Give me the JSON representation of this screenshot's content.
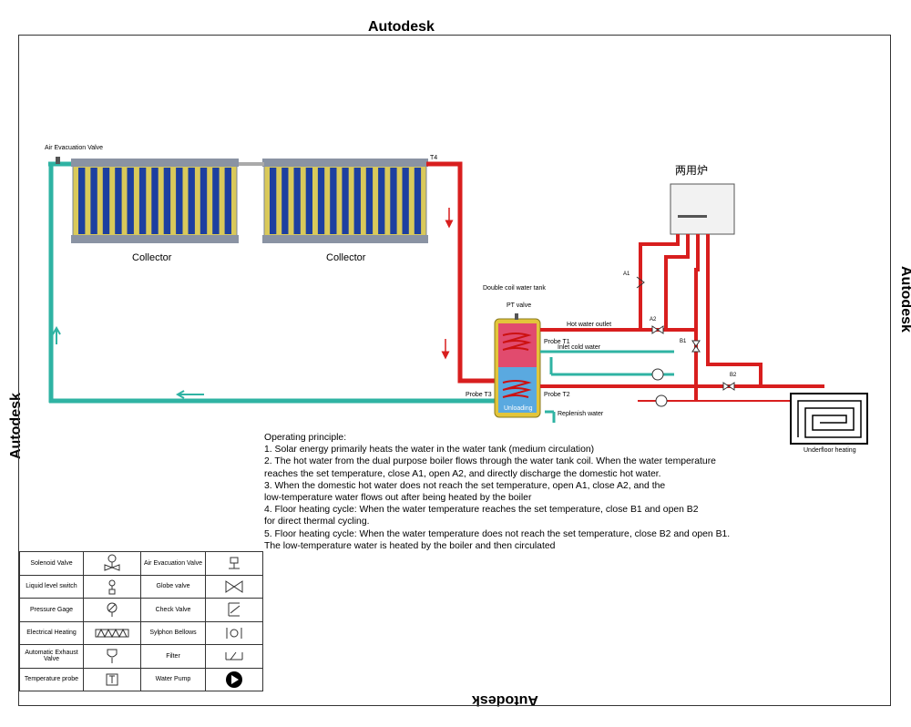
{
  "watermark": {
    "text": "Autodesk"
  },
  "labels": {
    "air_evacuation_valve": "Air Evacuation Valve",
    "collector_1": "Collector",
    "collector_2": "Collector",
    "t4": "T4",
    "boiler": "两用炉",
    "double_coil_tank": "Double coil water tank",
    "pt_valve": "PT valve",
    "probe_t1": "Probe T1",
    "probe_t2": "Probe T2",
    "probe_t3": "Probe T3",
    "unloading": "Unloading",
    "hot_water_outlet": "Hot water outlet",
    "inlet_cold_water": "Inlet cold water",
    "replenish_water": "Replenish water",
    "underfloor_heating": "Underfloor heating",
    "a1": "A1",
    "a2": "A2",
    "b1": "B1",
    "b2": "B2"
  },
  "principle": {
    "title": "Operating principle:",
    "lines": [
      "1. Solar energy primarily heats the water in the water tank (medium circulation)",
      "2. The hot water from the dual purpose boiler flows through the water tank coil. When the water temperature",
      "reaches the set temperature, close A1, open A2, and directly discharge the domestic hot water.",
      "3. When the domestic hot water does not reach the set temperature, open A1, close A2, and the",
      "low-temperature water flows out after being heated by the boiler",
      "4. Floor heating cycle: When the water temperature reaches the set temperature, close B1 and open B2",
      "for direct thermal cycling.",
      "5. Floor heating cycle: When the water temperature does not reach the set temperature, close B2 and open B1.",
      "The low-temperature water is heated by the boiler and then circulated"
    ]
  },
  "legend": {
    "rows": [
      {
        "left": "Solenoid Valve",
        "left_icon": "solenoid-valve-icon",
        "right": "Air Evacuation Valve",
        "right_icon": "air-evacuation-valve-icon"
      },
      {
        "left": "Liquid level switch",
        "left_icon": "liquid-level-switch-icon",
        "right": "Globe valve",
        "right_icon": "globe-valve-icon"
      },
      {
        "left": "Pressure Gage",
        "left_icon": "pressure-gage-icon",
        "right": "Check Valve",
        "right_icon": "check-valve-icon"
      },
      {
        "left": "Electrical Heating",
        "left_icon": "electrical-heating-icon",
        "right": "Sylphon Bellows",
        "right_icon": "sylphon-bellows-icon"
      },
      {
        "left": "Automatic Exhaust Valve",
        "left_icon": "automatic-exhaust-valve-icon",
        "right": "Filter",
        "right_icon": "filter-icon"
      },
      {
        "left": "Temperature probe",
        "left_icon": "temperature-probe-icon",
        "right": "Water Pump",
        "right_icon": "water-pump-icon"
      }
    ]
  },
  "colors": {
    "hot_pipe": "#d81e1e",
    "cold_pipe": "#2fb3a3",
    "collector_frame": "#7a8494",
    "collector_tube": "#1d3fa0",
    "collector_bg": "#d9c95a",
    "tank_shell": "#e3c53a",
    "tank_hot": "#e14b6e",
    "tank_cold": "#5aa9e0"
  }
}
